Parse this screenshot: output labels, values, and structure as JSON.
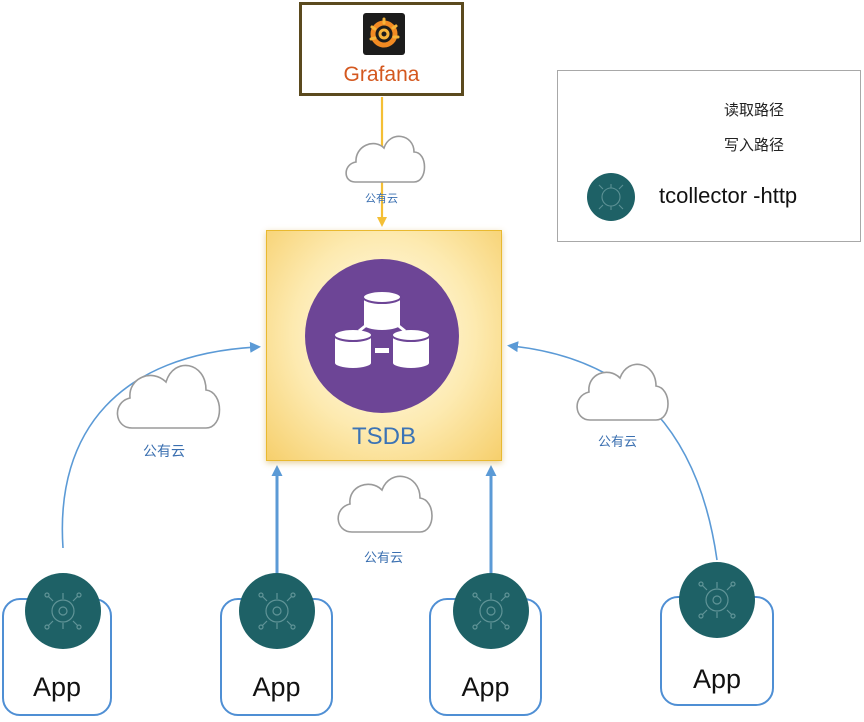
{
  "colors": {
    "read_path": "#f4bf35",
    "write_path": "#5b9ad6",
    "grafana_text": "#d4581f",
    "tsdb_text": "#3b73b5",
    "tcollector": "#1e6166",
    "db_circle": "#6d4596"
  },
  "grafana": {
    "label": "Grafana",
    "icon": "grafana-logo"
  },
  "tsdb": {
    "label": "TSDB",
    "icon": "database-cluster-icon"
  },
  "cloud_label": "公有云",
  "legend": {
    "read_path_label": "读取路径",
    "write_path_label": "写入路径",
    "tcollector_label": "tcollector -http"
  },
  "apps": [
    {
      "label": "App"
    },
    {
      "label": "App"
    },
    {
      "label": "App"
    },
    {
      "label": "App"
    }
  ]
}
